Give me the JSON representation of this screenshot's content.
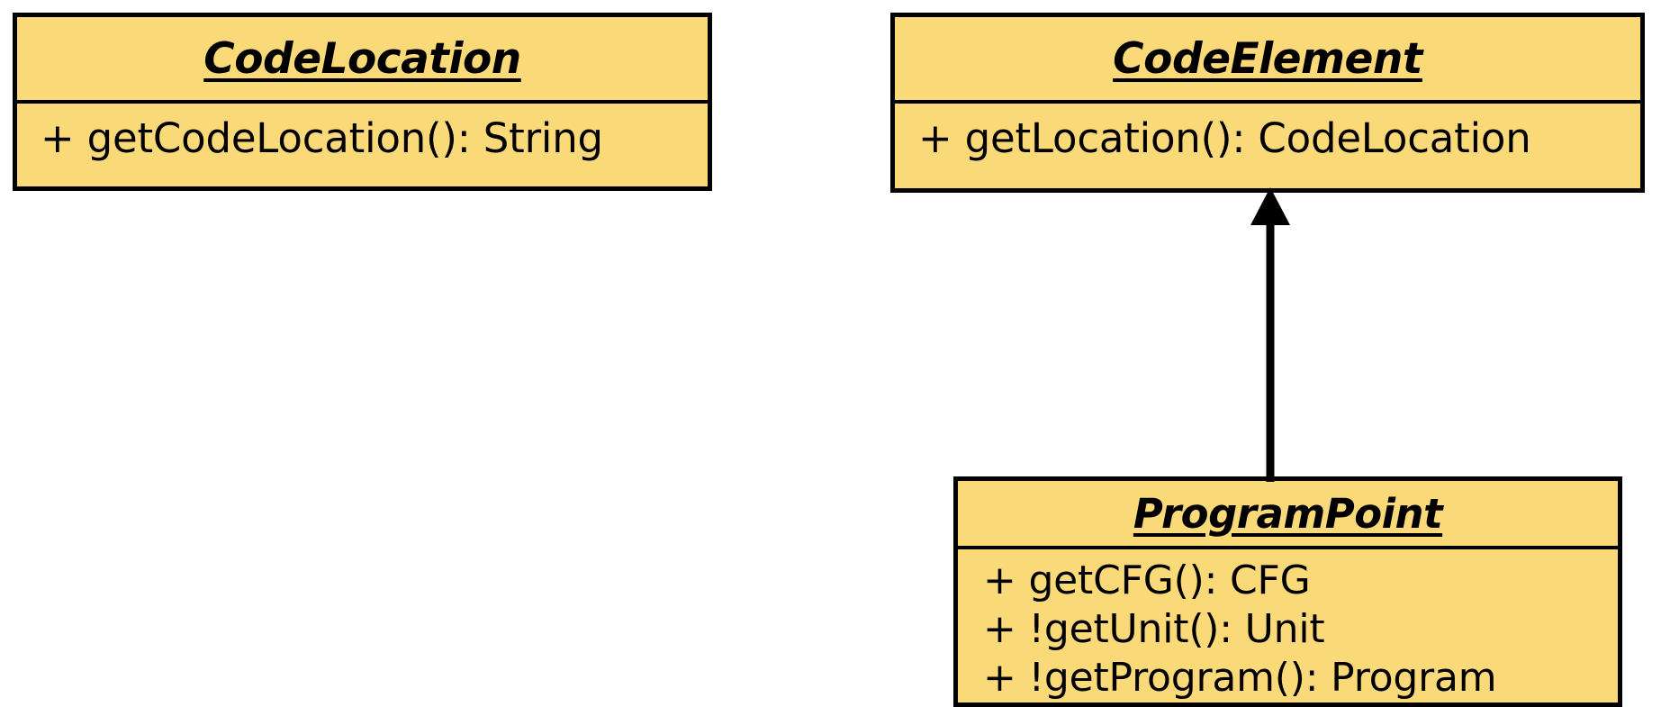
{
  "diagram": {
    "kind": "uml-class-diagram",
    "background_color": "#ffffff",
    "class_fill_color": "#fad978",
    "line_color": "#000000",
    "classes": [
      {
        "id": "codelocation",
        "name": "CodeLocation",
        "abstract": true,
        "members": [
          "+ getCodeLocation(): String"
        ]
      },
      {
        "id": "codeelement",
        "name": "CodeElement",
        "abstract": true,
        "members": [
          "+ getLocation(): CodeLocation"
        ]
      },
      {
        "id": "programpoint",
        "name": "ProgramPoint",
        "abstract": true,
        "members": [
          "+ getCFG(): CFG",
          "+ !getUnit(): Unit",
          "+ !getProgram(): Program"
        ]
      }
    ],
    "relationships": [
      {
        "id": "programpoint-to-codeelement",
        "type": "generalization",
        "from": "ProgramPoint",
        "to": "CodeElement",
        "arrow": "hollow-triangle-filled"
      }
    ]
  }
}
